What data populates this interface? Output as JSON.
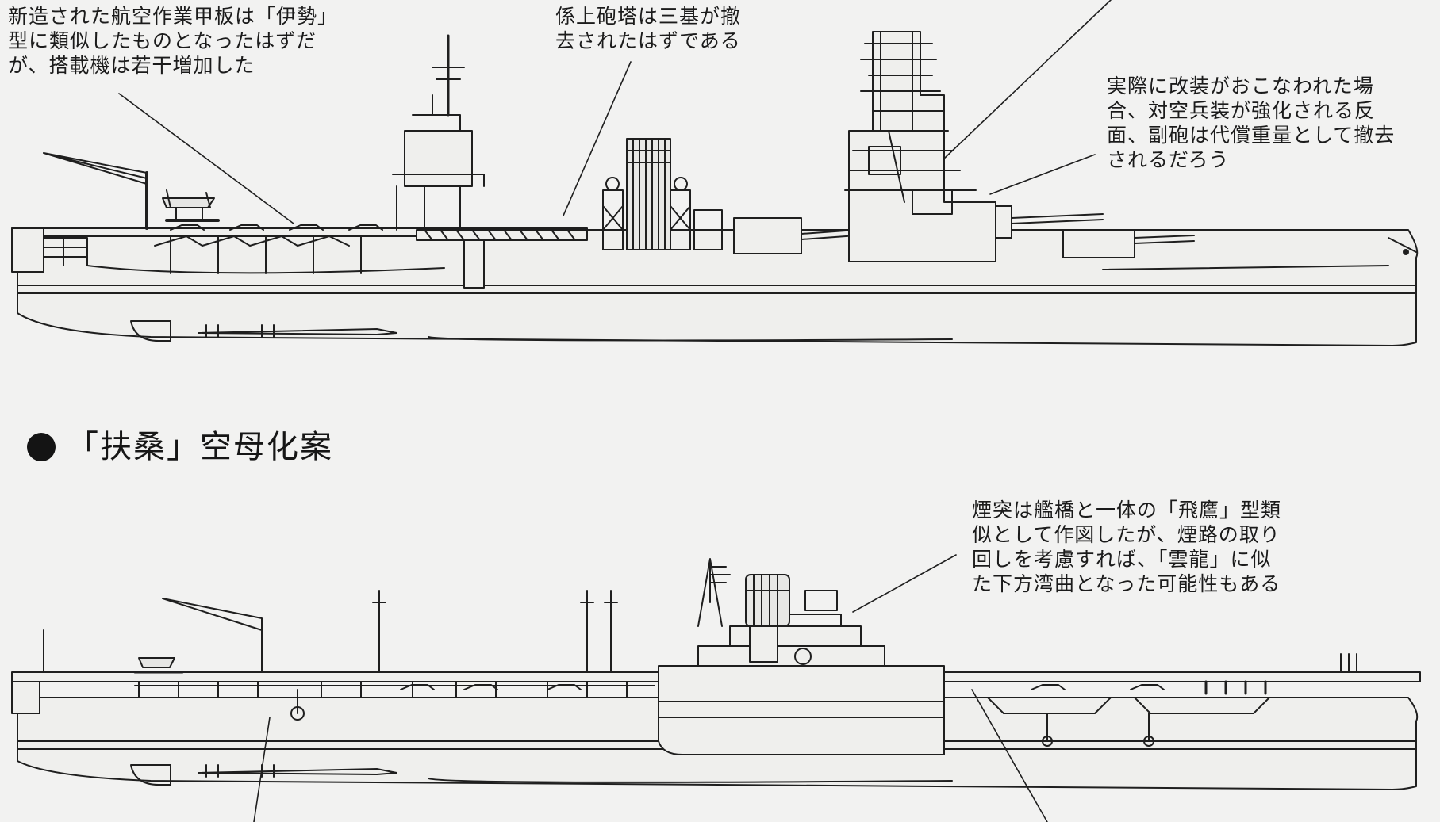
{
  "notes": {
    "flight_deck": "新造された航空作業甲板は「伊勢」\n型に類似したものとなったはずだ\nが、搭載機は若干増加した",
    "turrets_removed": "係上砲塔は三基が撤\n去されたはずである",
    "secondary_guns": "実際に改装がおこなわれた場\n合、対空兵装が強化される反\n面、副砲は代償重量として撤去\nされるだろう",
    "funnel": "煙突は艦橋と一体の「飛鷹」型類\n似として作図したが、煙路の取り\n回しを考慮すれば、「雲龍」に似\nた下方湾曲となった可能性もある"
  },
  "section": {
    "title": "「扶桑」空母化案"
  },
  "colors": {
    "ink": "#1a1a1a",
    "paper": "#f2f2f1",
    "hull": "#efefed"
  }
}
